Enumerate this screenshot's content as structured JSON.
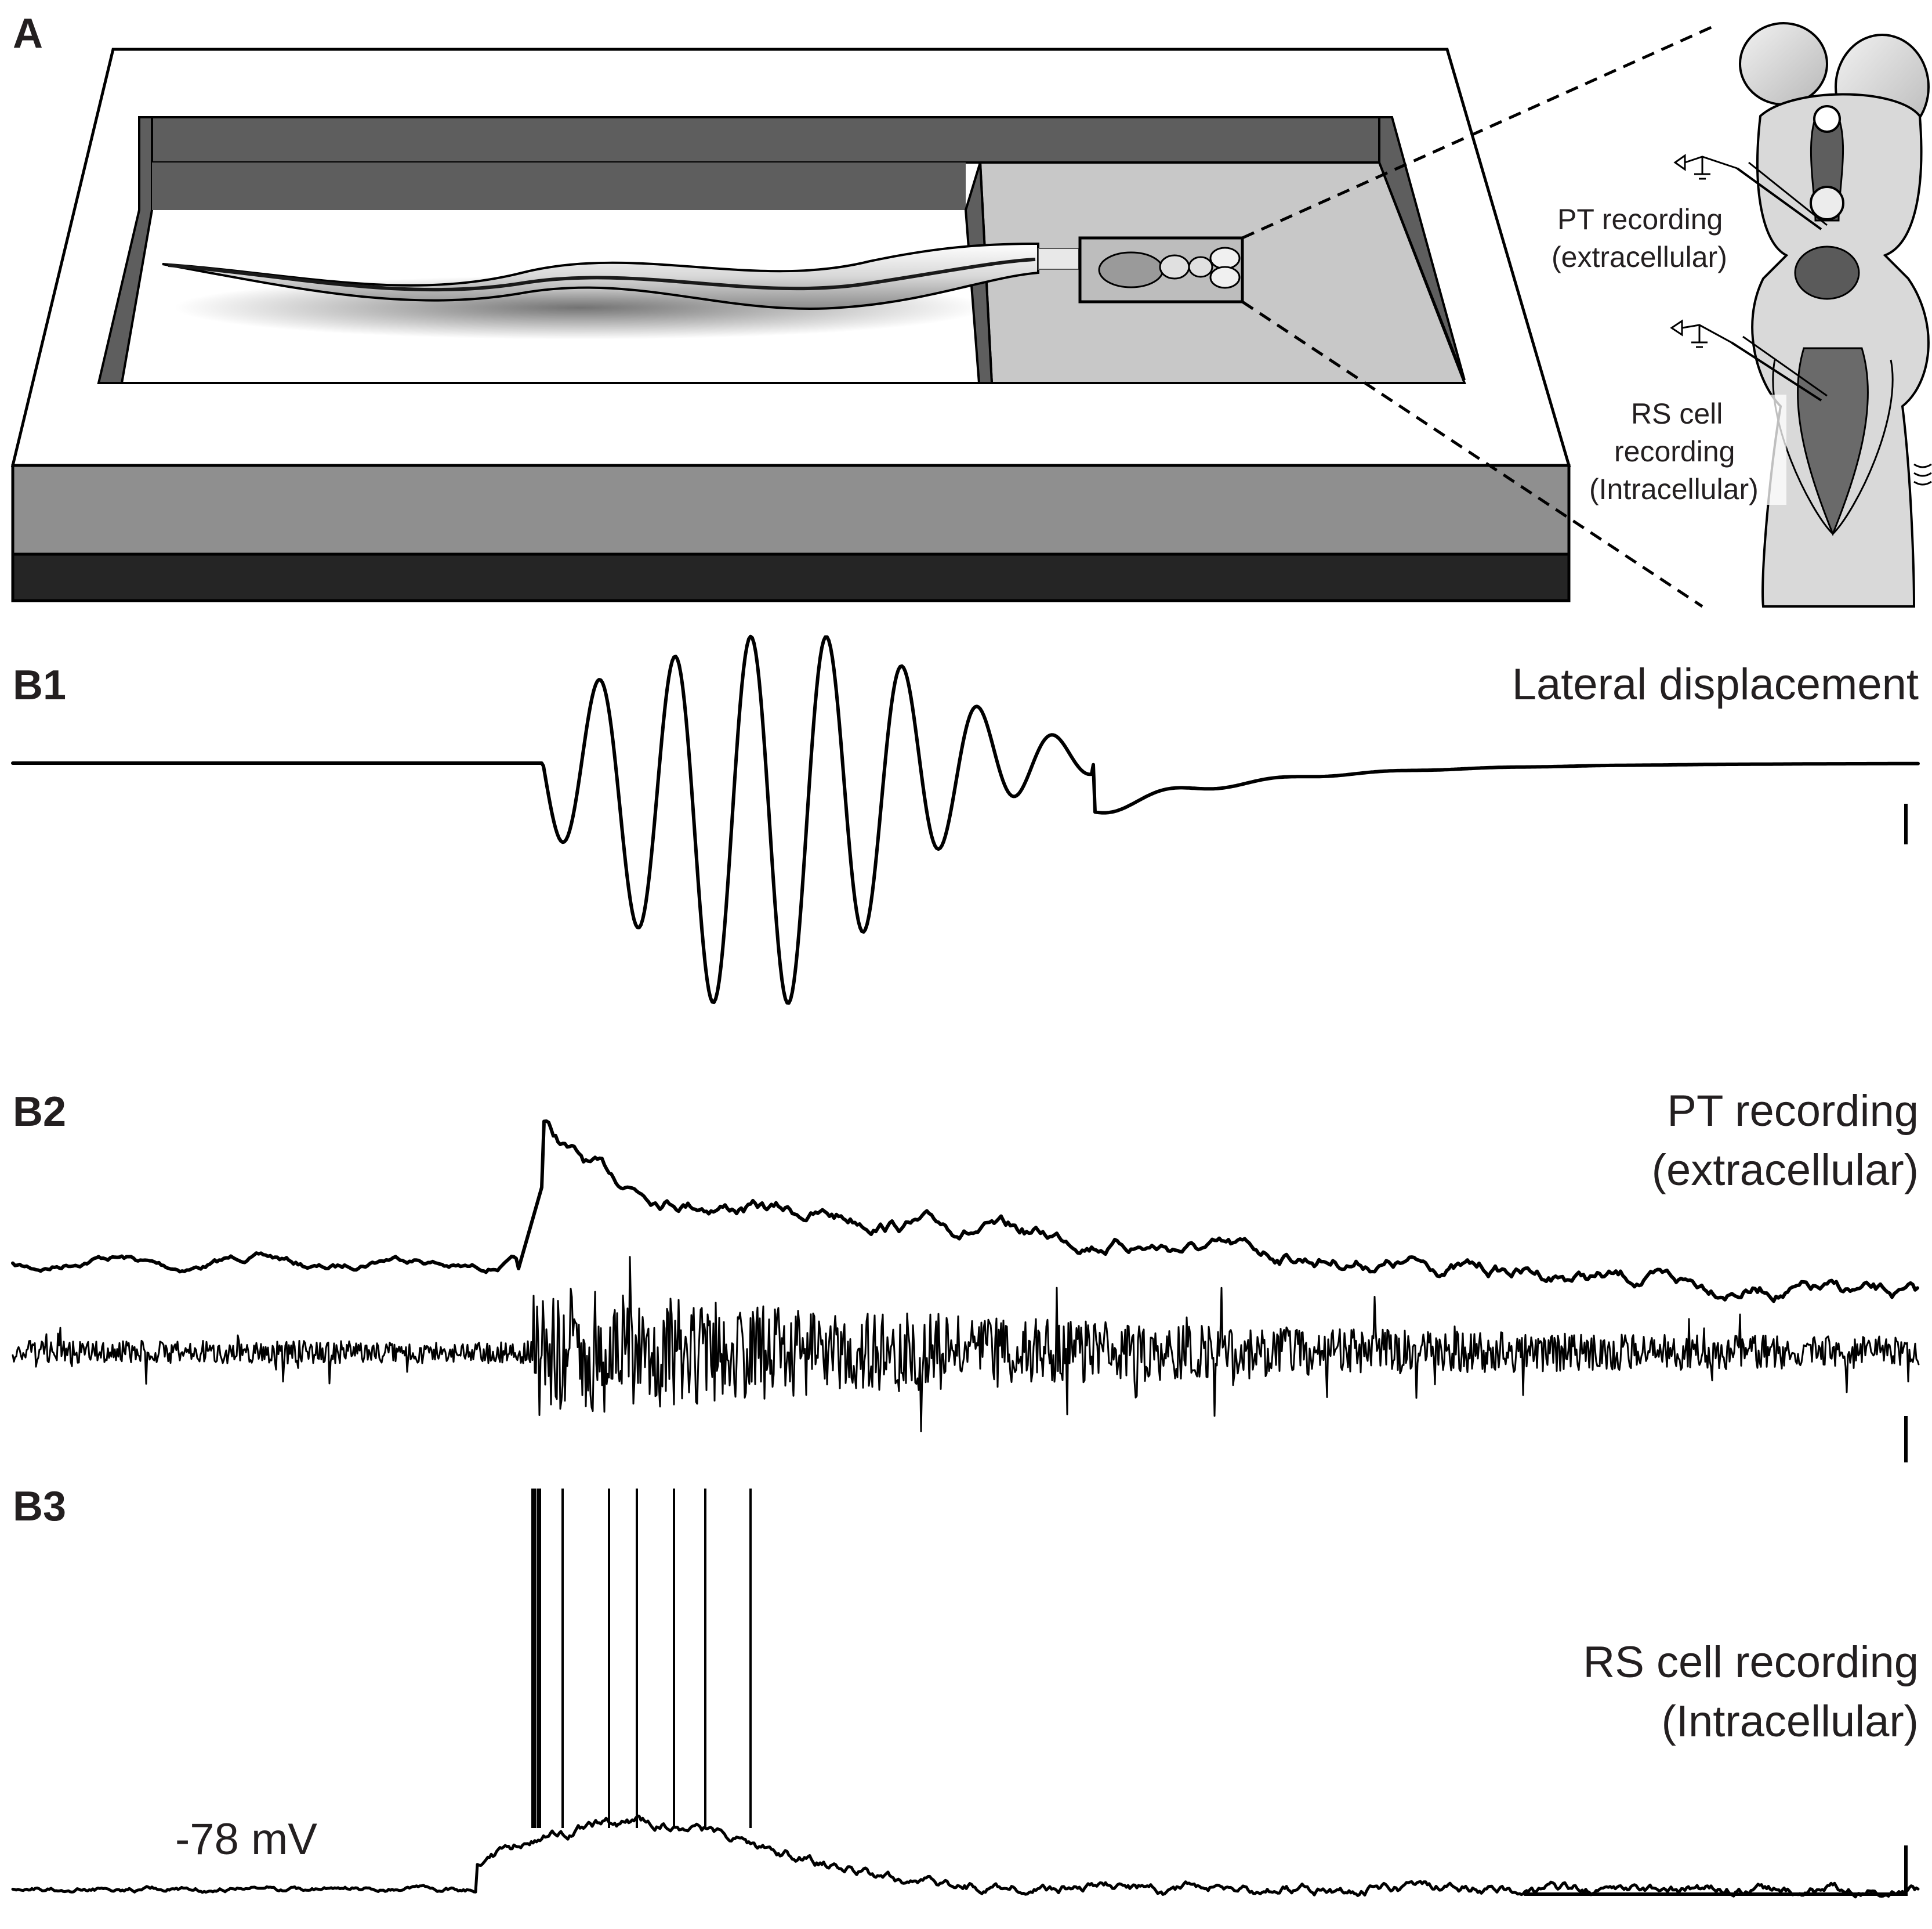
{
  "panels": {
    "a": {
      "letter": "A"
    },
    "b1": {
      "letter": "B1",
      "label": "Lateral displacement"
    },
    "b2": {
      "letter": "B2",
      "label_line1": "PT recording",
      "label_line2": "(extracellular)"
    },
    "b3": {
      "letter": "B3",
      "label_line1": "RS cell recording",
      "label_line2": "(Intracellular)",
      "resting_potential": "-78 mV"
    }
  },
  "brain_inset": {
    "pt_line1": "PT recording",
    "pt_line2": "(extracellular)",
    "rs_line1": "RS cell",
    "rs_line2": "recording",
    "rs_line3": "(Intracellular)"
  },
  "colors": {
    "trace": "#000000",
    "chamber_dark": "#5e5e5e",
    "chamber_floor": "#c8c8c8",
    "chamber_side": "#8f8f8f",
    "chamber_base": "#252525"
  }
}
